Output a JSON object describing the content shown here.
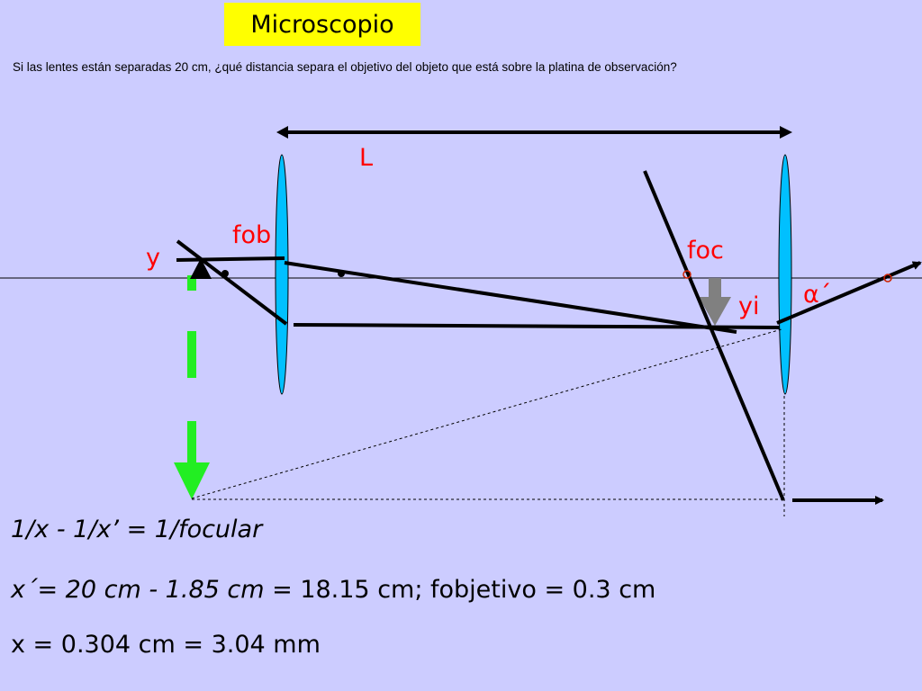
{
  "title": "Microscopio",
  "question": "Si las lentes están separadas 20 cm, ¿qué distancia separa el objetivo del objeto que está sobre la platina de observación?",
  "labels": {
    "L": "L",
    "fob": "fob",
    "foc": "foc",
    "y": "y",
    "yi": "yi",
    "alpha": "α´"
  },
  "equations": {
    "line1": "1/x   -  1/x’   = 1/focular",
    "line2_italic": "x´= 20 cm - 1.85 cm",
    "line2_rest": "  = 18.15 cm; fobjetivo = 0.3 cm",
    "line3": "x = 0.304 cm = 3.04 mm"
  },
  "colors": {
    "background": "#ccccff",
    "title_bg": "#ffff00",
    "label": "#ff0000",
    "lens": "#00c0ff",
    "arrow_green": "#22ee22",
    "arrow_gray": "#808080"
  }
}
